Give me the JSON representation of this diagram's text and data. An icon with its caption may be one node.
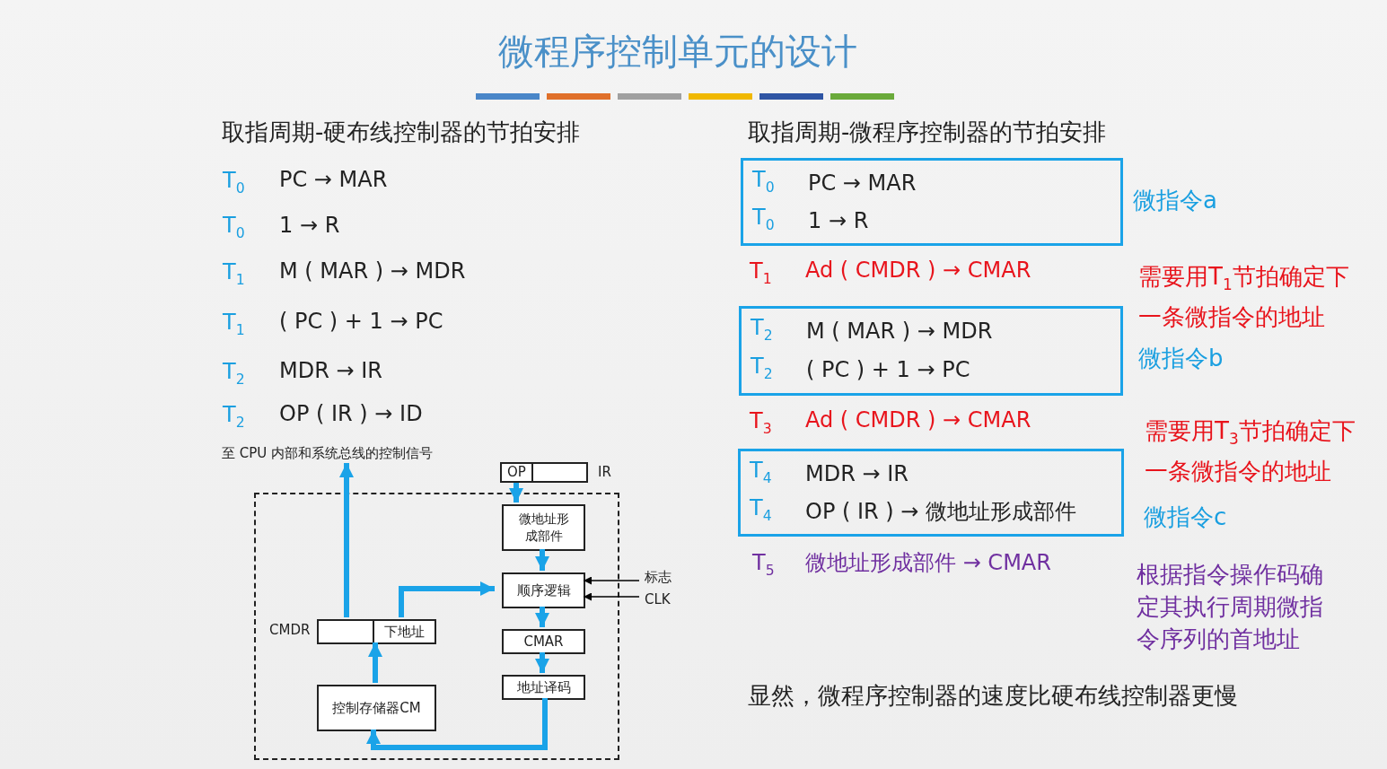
{
  "diagram": {
    "title": "微程序控制单元的设计",
    "nodes": [
      {
        "text": [],
        "shape": "box"
      },
      {
        "text": [
          "OP"
        ],
        "beside": [
          "IR"
        ]
      },
      {
        "text": [
          "微地址形成部件"
        ],
        "in": 0
      },
      {
        "text": [
          "顺序逻辑"
        ],
        "in": 0
      },
      {
        "text": [
          "CMAR"
        ],
        "in": 0
      },
      {
        "text": [
          "地址译码"
        ],
        "in": 0
      },
      {
        "text": [
          "控制存储器CM"
        ],
        "in": 0
      },
      {
        "text": [
          "下地址"
        ],
        "beside": [
          "CMDR"
        ],
        "in": 0
      },
      {
        "text": [
          "标志"
        ]
      },
      {
        "text": [
          "CLK"
        ]
      },
      {
        "text": [
          "至 CPU 内部和系统总线的控制信号"
        ]
      },
      {
        "text": [
          "T$_{0}$",
          "PC → MAR",
          "T$_{0}$",
          "1 → R"
        ],
        "beside": [
          "微指令a"
        ]
      },
      {
        "text": [
          "T$_{2}$",
          "M ( MAR ) → MDR",
          "T$_{2}$",
          "( PC ) + 1 → PC"
        ],
        "beside": [
          "微指令b"
        ]
      },
      {
        "text": [
          "T$_{4}$",
          "MDR → IR",
          "T$_{4}$",
          "OP ( IR ) → 微地址形成部件"
        ],
        "beside": [
          "微指令c"
        ]
      }
    ],
    "edges": [
      {
        "from": 1,
        "to": 2,
        "arrow": "to"
      },
      {
        "from": 2,
        "to": 3,
        "arrow": "to"
      },
      {
        "from": 3,
        "to": 4,
        "arrow": "to"
      },
      {
        "from": 4,
        "to": 5,
        "arrow": "to"
      },
      {
        "from": 5,
        "to": 6,
        "arrow": "to"
      },
      {
        "from": 6,
        "to": 7,
        "arrow": "to"
      },
      {
        "from": 7,
        "to": 3,
        "arrow": "to"
      },
      {
        "from": 7,
        "to": 10,
        "arrow": "to"
      },
      {
        "from": 8,
        "to": 3,
        "arrow": "to",
        "color": "#000000"
      },
      {
        "from": 9,
        "to": 3,
        "arrow": "to",
        "color": "#000000"
      }
    ],
    "labels": [
      "取指周期-硬布线控制器的节拍安排",
      "取指周期-微程序控制器的节拍安排",
      "T$_{0}$",
      "PC → MAR",
      "T$_{0}$",
      "1 → R",
      "T$_{1}$",
      "M ( MAR ) → MDR",
      "T$_{1}$",
      "( PC ) + 1 → PC",
      "T$_{2}$",
      "MDR → IR",
      "T$_{2}$",
      "OP ( IR ) → ID",
      "T$_{1}$",
      "Ad ( CMDR ) → CMAR",
      "需要用T$_{1}$节拍确定下一条微指令的地址",
      "T$_{3}$",
      "Ad ( CMDR ) → CMAR",
      "需要用T$_{3}$节拍确定下一条微指令的地址",
      "T$_{5}$",
      "微地址形成部件 → CMAR",
      "根据指令操作码确定其执行周期微指令序列的首地址",
      "显然，微程序控制器的速度比硬布线控制器更慢"
    ]
  }
}
